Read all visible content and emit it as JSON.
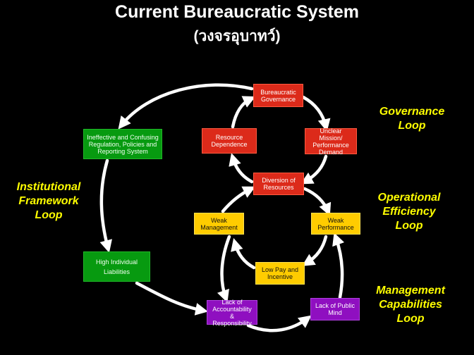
{
  "title": "Current Bureaucratic System",
  "subtitle": "(วงจรอุบาทว์)",
  "colors": {
    "background": "#000000",
    "red_box": "#dc2a1a",
    "green_box": "#079a10",
    "yellow_box": "#ffcc00",
    "purple_box": "#8f0fc0",
    "loop_label": "#ffff00",
    "arrow": "#ffffff"
  },
  "nodes": {
    "bureaucratic_governance": "Bureaucratic\nGovernance",
    "resource_dependence": "Resource\nDependence",
    "unclear_mission": "Unclear Mission/\nPerformance\nDemand",
    "diversion_of_resources": "Diversion of\nResources",
    "weak_management": "Weak\nManagement",
    "weak_performance": "Weak\nPerformance",
    "low_pay": "Low Pay and\nIncentive",
    "ineffective_regulation": "Ineffective and Confusing\nRegulation, Policies and\nReporting System",
    "high_individual_liabilities": "High Individual\nLiabilities",
    "lack_of_accountability": "Lack of\nAccountability &\nResponsibility",
    "lack_of_public_mind": "Lack of Public\nMind"
  },
  "loops": {
    "institutional": "Institutional\nFramework\nLoop",
    "governance": "Governance\nLoop",
    "operational": "Operational\nEfficiency\nLoop",
    "management": "Management\nCapabilities\nLoop"
  }
}
